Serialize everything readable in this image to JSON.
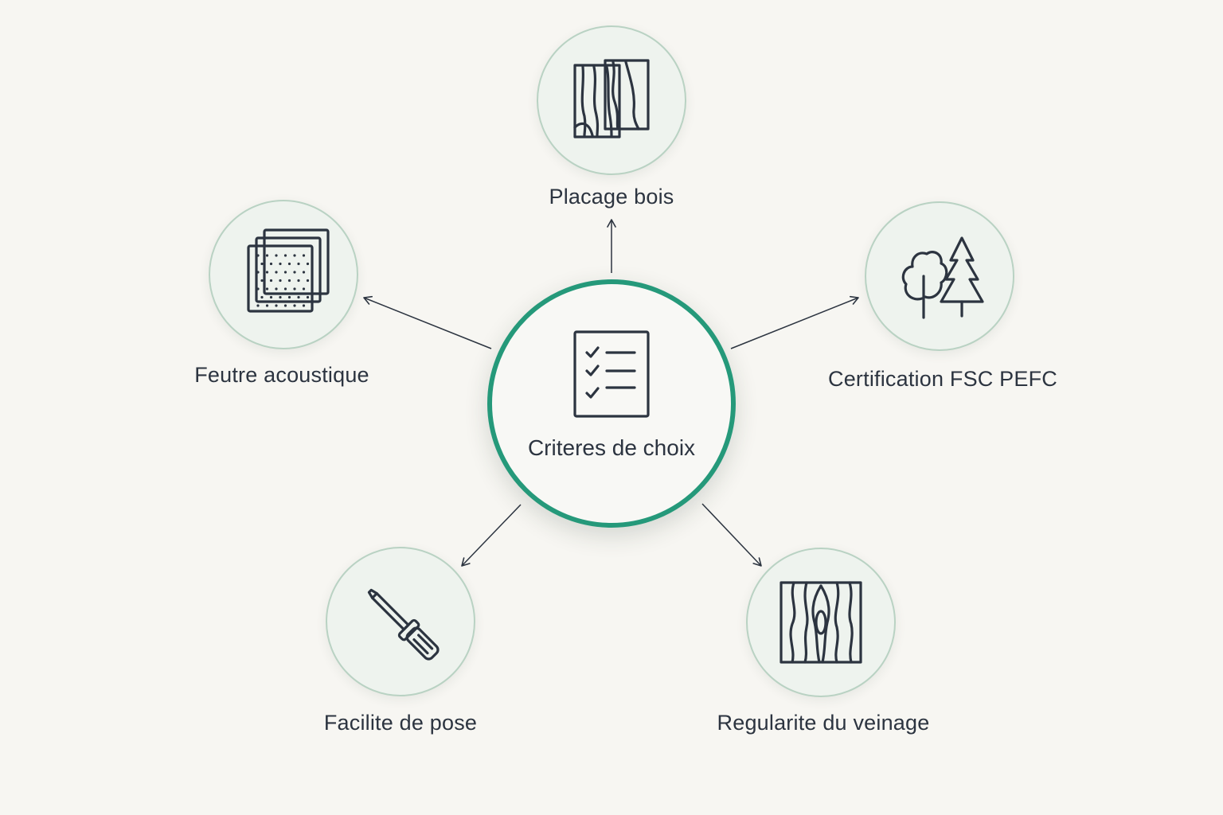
{
  "diagram": {
    "center": {
      "label": "Criteres de choix",
      "icon": "checklist-icon"
    },
    "nodes": [
      {
        "id": "placage",
        "label": "Placage bois",
        "icon": "wood-veneer-panels-icon"
      },
      {
        "id": "certification",
        "label": "Certification FSC PEFC",
        "icon": "trees-icon"
      },
      {
        "id": "veinage",
        "label": "Regularite du veinage",
        "icon": "wood-grain-icon"
      },
      {
        "id": "pose",
        "label": "Facilite de pose",
        "icon": "screwdriver-icon"
      },
      {
        "id": "feutre",
        "label": "Feutre acoustique",
        "icon": "acoustic-felt-panels-icon"
      }
    ]
  },
  "colors": {
    "background": "#f7f6f2",
    "accent": "#25997a",
    "node_fill": "#eef3ee",
    "node_border": "#b9d2c3",
    "text": "#2c3440"
  }
}
